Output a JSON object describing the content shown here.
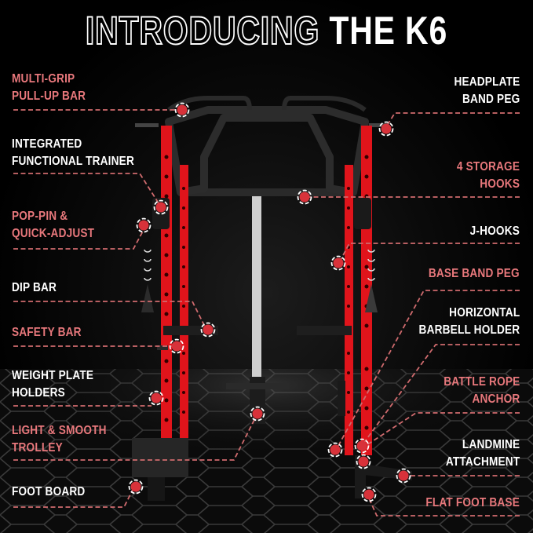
{
  "headline": {
    "outline_text": "INTRODUCING",
    "solid_text": "THE K6"
  },
  "colors": {
    "background": "#000000",
    "accent_pink": "#e8787c",
    "frame_red": "#e0141b",
    "frame_black": "#1e1e1e",
    "marker_red": "#d8323a",
    "marker_ring": "#ffffff",
    "text_white": "#ffffff"
  },
  "left_labels": [
    {
      "lines": [
        "MULTI-GRIP",
        "PULL-UP BAR"
      ],
      "color": "pink"
    },
    {
      "lines": [
        "INTEGRATED",
        "FUNCTIONAL TRAINER"
      ],
      "color": "white"
    },
    {
      "lines": [
        "POP-PIN &",
        "QUICK-ADJUST"
      ],
      "color": "pink"
    },
    {
      "lines": [
        "DIP BAR"
      ],
      "color": "white"
    },
    {
      "lines": [
        "SAFETY BAR"
      ],
      "color": "pink"
    },
    {
      "lines": [
        "WEIGHT PLATE",
        "HOLDERS"
      ],
      "color": "white"
    },
    {
      "lines": [
        "LIGHT & SMOOTH",
        "TROLLEY"
      ],
      "color": "pink"
    },
    {
      "lines": [
        "FOOT BOARD"
      ],
      "color": "white"
    }
  ],
  "right_labels": [
    {
      "lines": [
        "HEADPLATE",
        "BAND PEG"
      ],
      "color": "white"
    },
    {
      "lines": [
        "4 STORAGE",
        "HOOKS"
      ],
      "color": "pink"
    },
    {
      "lines": [
        "J-HOOKS"
      ],
      "color": "white"
    },
    {
      "lines": [
        "BASE BAND PEG"
      ],
      "color": "pink"
    },
    {
      "lines": [
        "HORIZONTAL",
        "BARBELL HOLDER"
      ],
      "color": "white"
    },
    {
      "lines": [
        "BATTLE ROPE",
        "ANCHOR"
      ],
      "color": "pink"
    },
    {
      "lines": [
        "LANDMINE",
        "ATTACHMENT"
      ],
      "color": "white"
    },
    {
      "lines": [
        "FLAT FOOT BASE"
      ],
      "color": "pink"
    }
  ]
}
